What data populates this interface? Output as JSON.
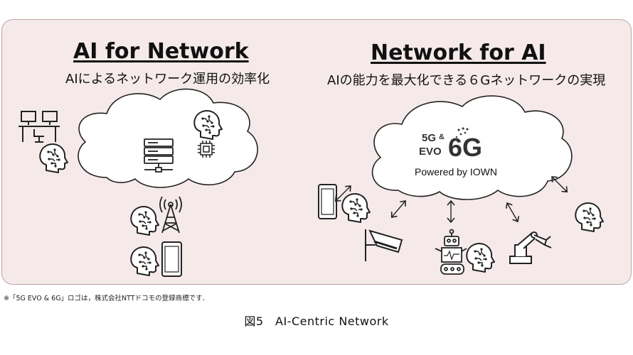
{
  "left": {
    "title": "AI for Network",
    "subtitle": "AIによるネットワーク運用の効率化"
  },
  "right": {
    "title": "Network for AI",
    "subtitle": "AIの能力を最大化できる６Gネットワークの実現",
    "logo": {
      "line1": "5G",
      "amp": "&",
      "line2": "EVO",
      "big": "6G",
      "powered": "Powered by IOWN"
    }
  },
  "footnote": "※「5G EVO & 6G」ロゴは，株式会社NTTドコモの登録商標です．",
  "caption": "図5　AI-Centric Network",
  "icons": [
    "desk-icon",
    "ai-head-icon",
    "server-icon",
    "chip-icon",
    "antenna-tower-icon",
    "smartphone-icon",
    "cctv-camera-icon",
    "robot-icon",
    "robot-arm-icon",
    "double-arrow-icon"
  ],
  "colors": {
    "panel": "#f5e9ea",
    "line": "#222222"
  }
}
